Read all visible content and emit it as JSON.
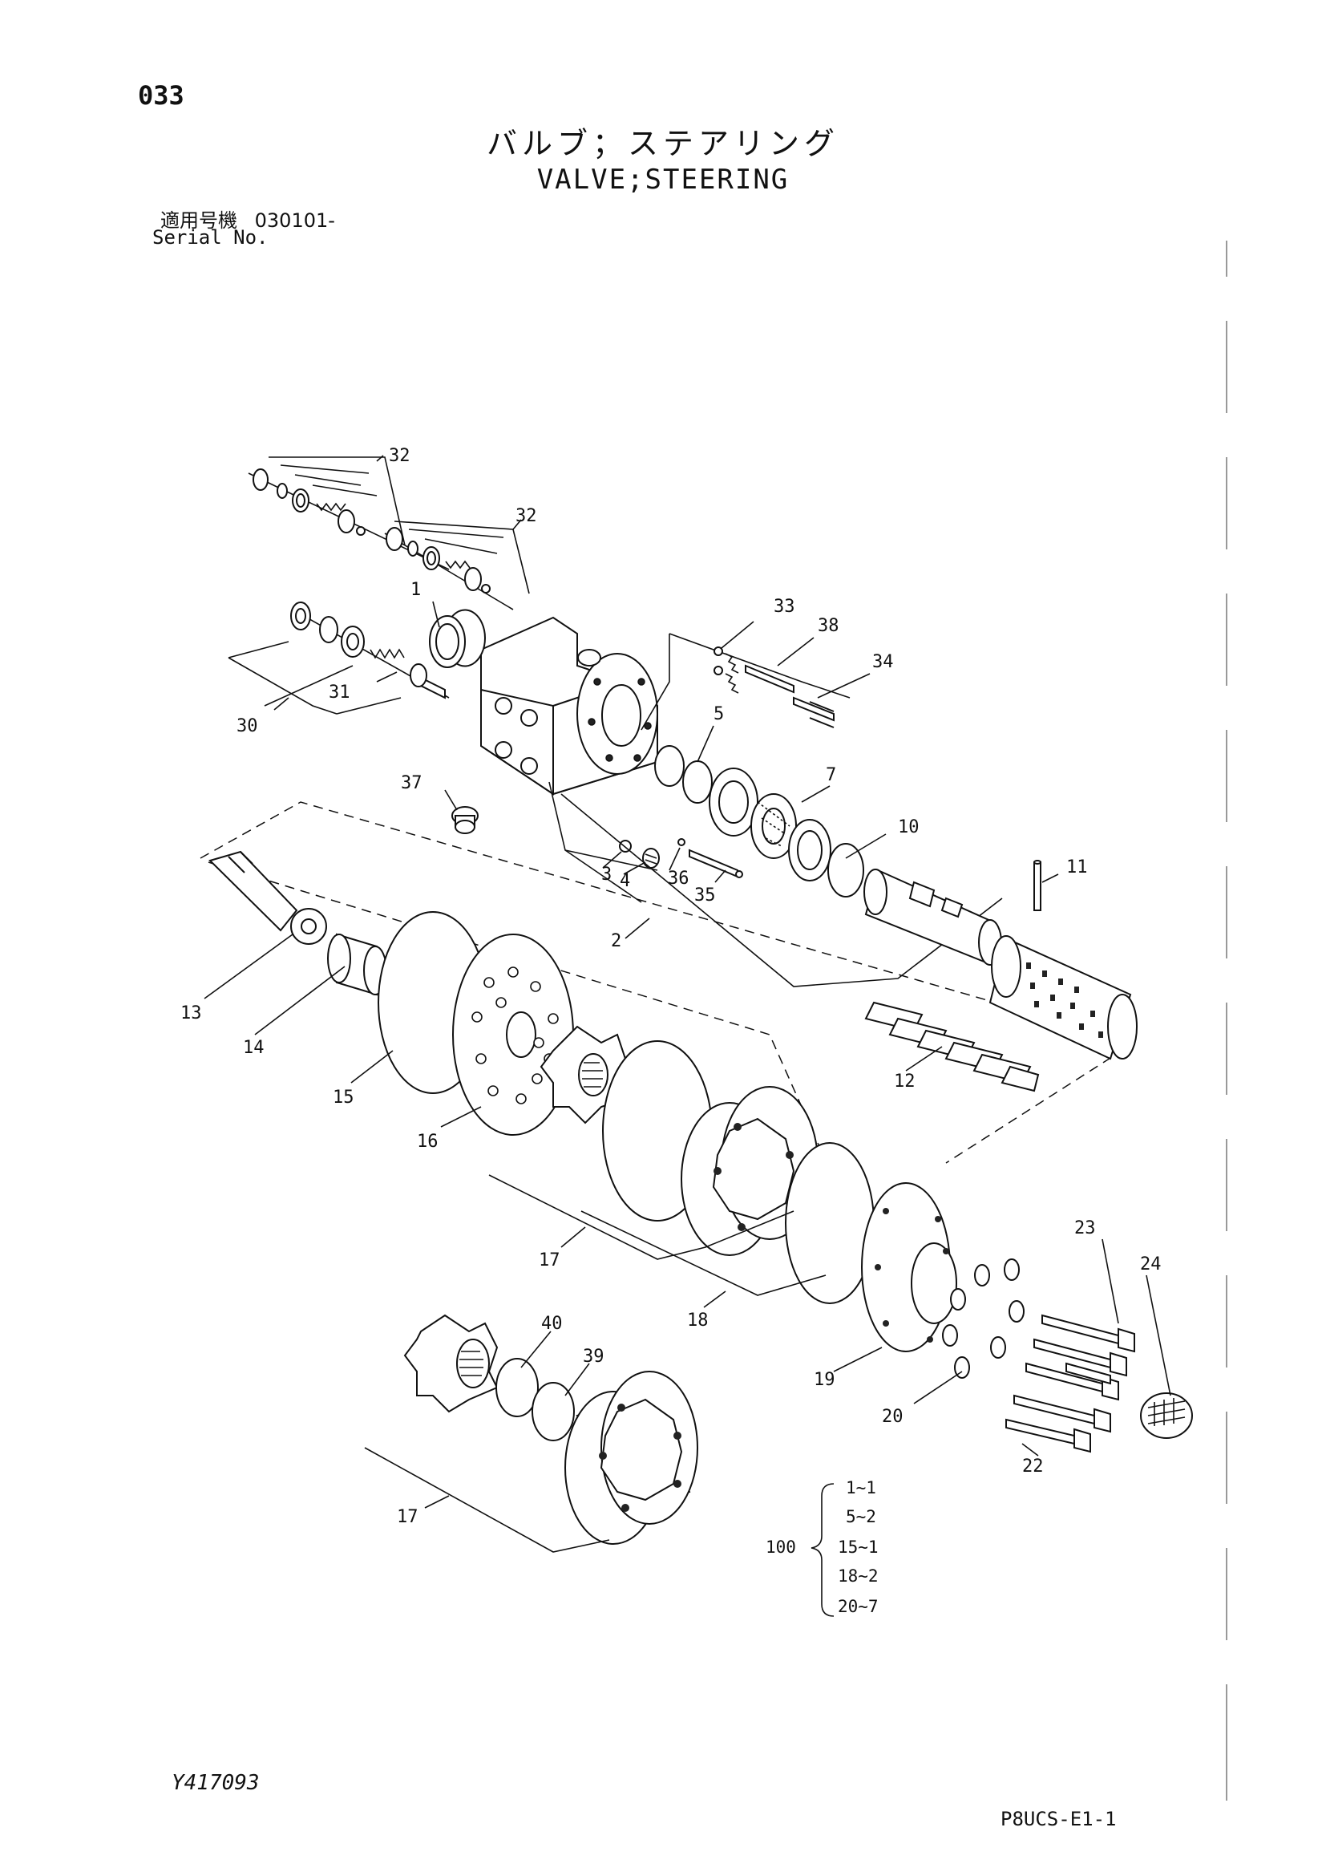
{
  "header": {
    "page_number": "033",
    "title_jp": "バルブ；ステアリング",
    "title_en": "VALVE;STEERING",
    "serial_label_jp": "適用号機",
    "serial_value": "030101-",
    "serial_label_en": "Serial No."
  },
  "footer": {
    "doc_code": "Y417093",
    "sheet_code": "P8UCS-E1-1"
  },
  "callouts": [
    "32",
    "32",
    "1",
    "33",
    "38",
    "34",
    "31",
    "30",
    "5",
    "7",
    "37",
    "10",
    "11",
    "3",
    "4",
    "36",
    "35",
    "2",
    "13",
    "14",
    "15",
    "16",
    "12",
    "17",
    "18",
    "23",
    "24",
    "40",
    "39",
    "19",
    "20",
    "22",
    "17"
  ],
  "kit": {
    "number": "100",
    "items": [
      "1~1",
      "5~2",
      "15~1",
      "18~2",
      "20~7"
    ]
  }
}
